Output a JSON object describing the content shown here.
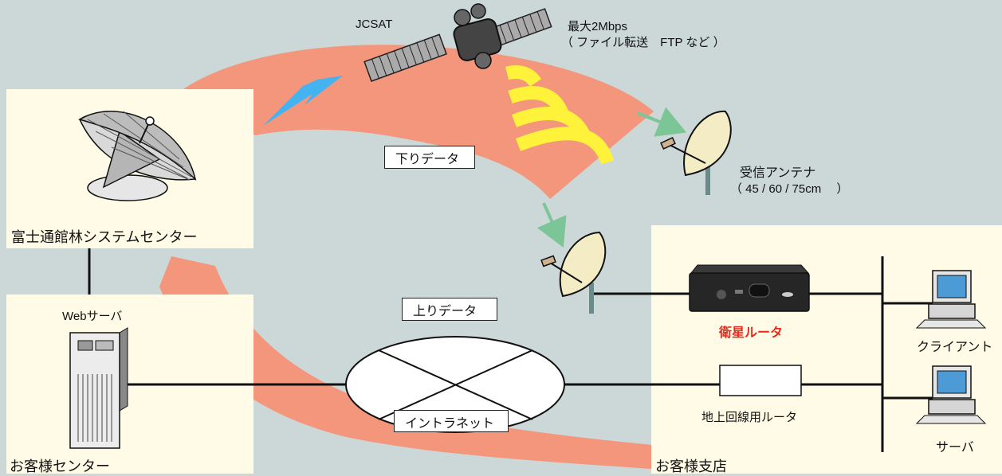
{
  "satellite": {
    "name": "JCSAT",
    "speed": "最大2Mbps",
    "speed_note": "（ ファイル転送　FTP など ）"
  },
  "center": {
    "label": "富士通館林システムセンター"
  },
  "customer_center": {
    "label": "お客様センター",
    "server_label": "Webサーバ"
  },
  "branch": {
    "label": "お客様支店",
    "router_label": "衛星ルータ",
    "ground_router_label": "地上回線用ルータ",
    "client_label": "クライアント",
    "server_label": "サーバ"
  },
  "antenna": {
    "label": "受信アンテナ",
    "sizes": "（ 45 / 60 / 75cm　 ）"
  },
  "flows": {
    "down": "下りデータ",
    "up": "上りデータ"
  },
  "network": {
    "label": "イントラネット"
  },
  "colors": {
    "background": "#ccd7d7",
    "panel": "#fffbe6",
    "flow_band": "#f3967c",
    "radio_waves": "#fff23a",
    "uplink_bolt": "#45b3f0",
    "receive_arrow": "#7cc596",
    "router_label": "#e8291c"
  }
}
